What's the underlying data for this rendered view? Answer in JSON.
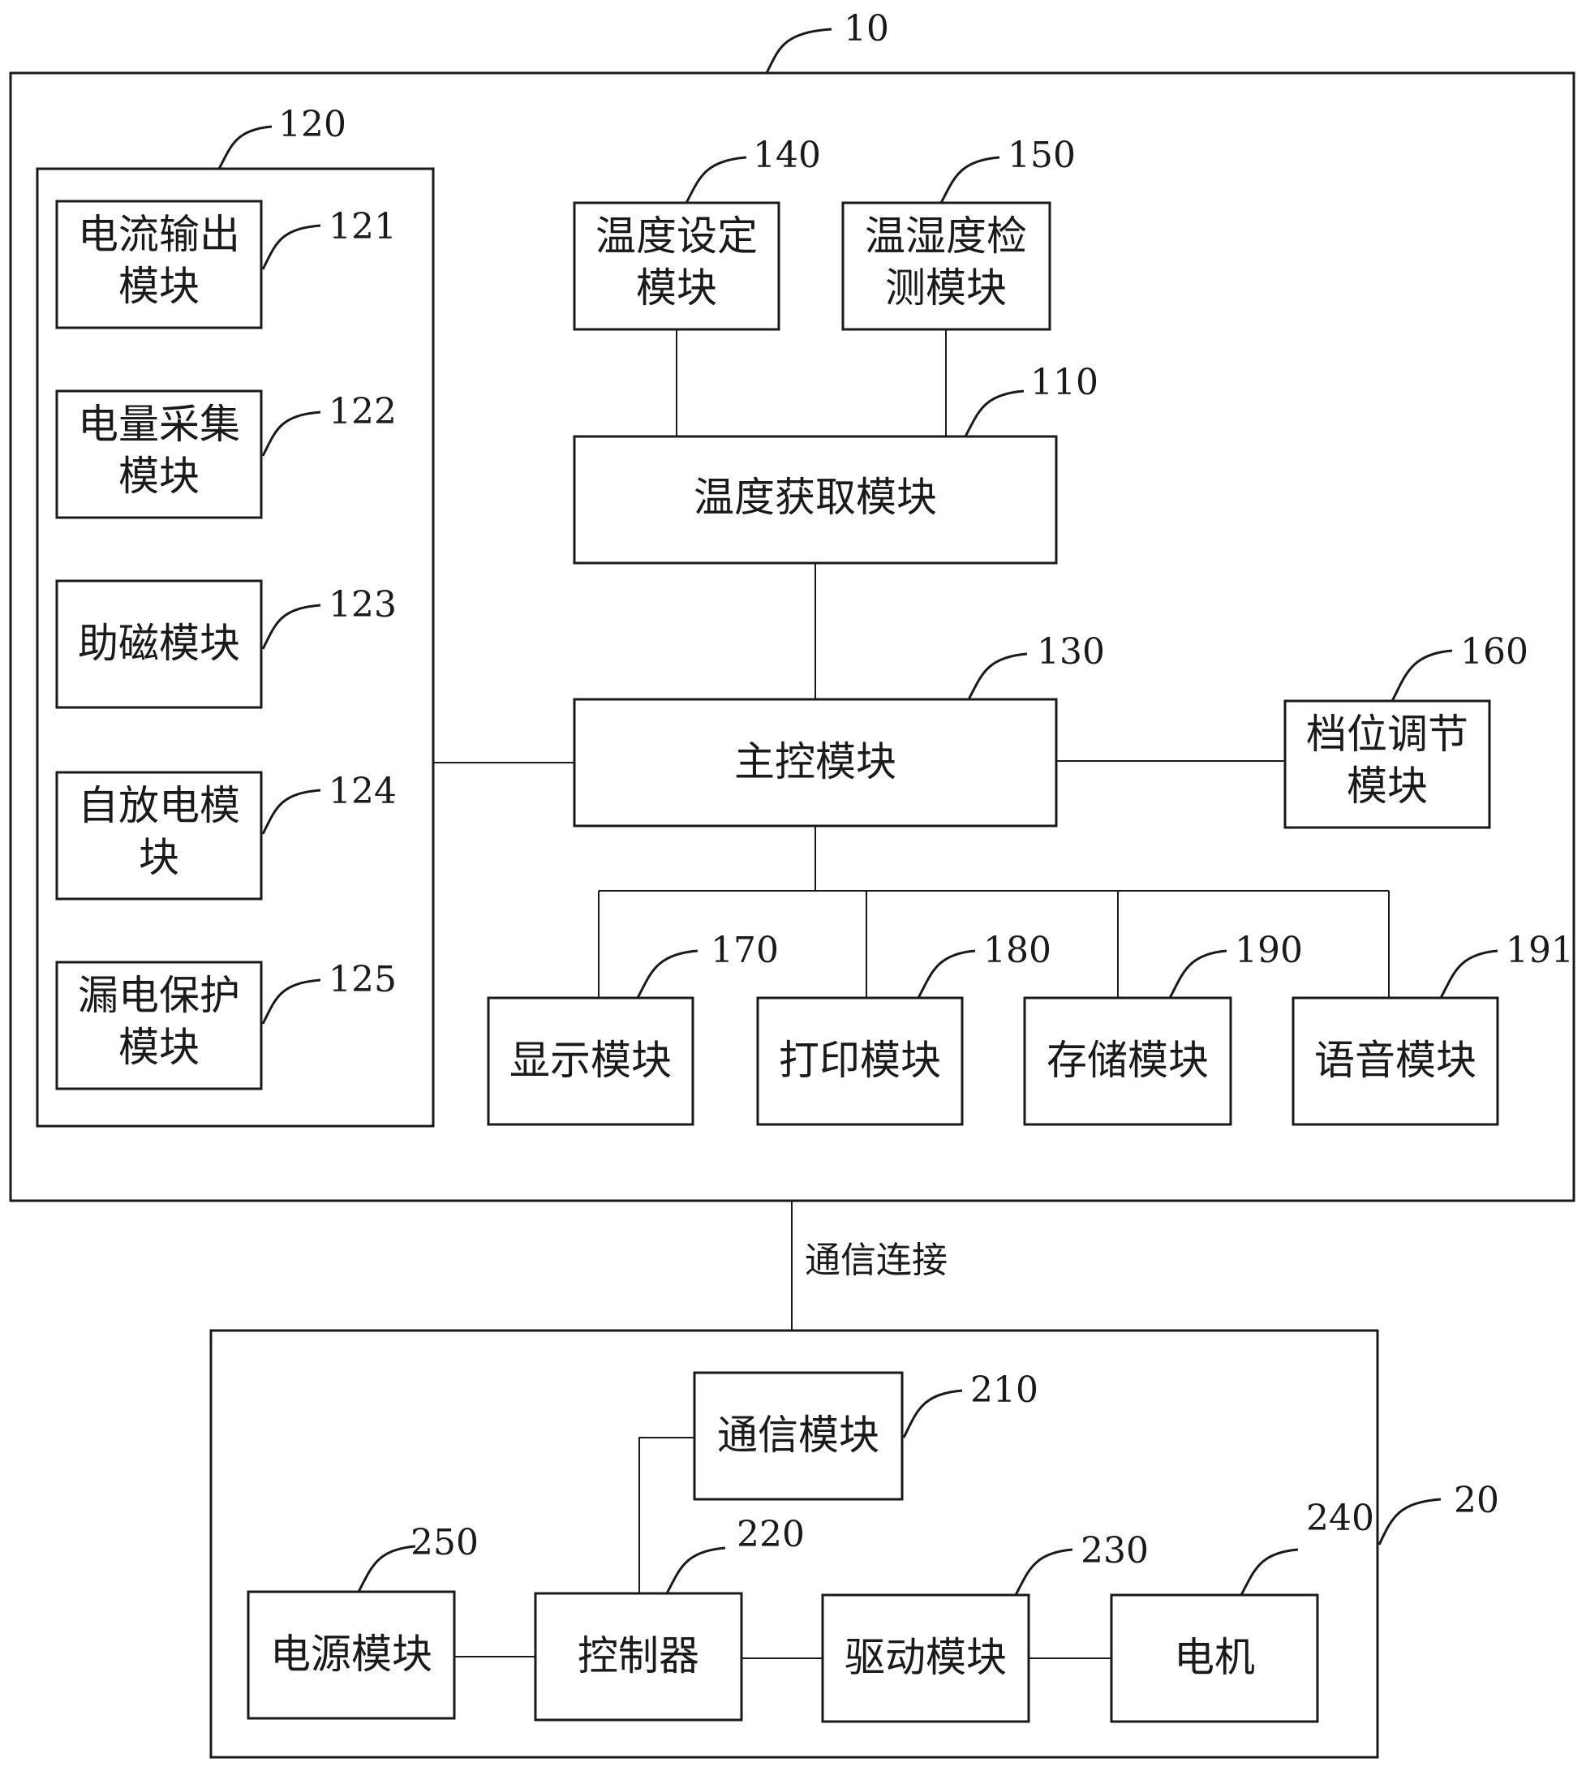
{
  "units": {
    "u10": {
      "ref": "10",
      "group120": {
        "ref": "120",
        "m121": {
          "ref": "121",
          "line1": "电流输出",
          "line2": "模块"
        },
        "m122": {
          "ref": "122",
          "line1": "电量采集",
          "line2": "模块"
        },
        "m123": {
          "ref": "123",
          "line1": "助磁模块"
        },
        "m124": {
          "ref": "124",
          "line1": "自放电模",
          "line2": "块"
        },
        "m125": {
          "ref": "125",
          "line1": "漏电保护",
          "line2": "模块"
        }
      },
      "m140": {
        "ref": "140",
        "line1": "温度设定",
        "line2": "模块"
      },
      "m150": {
        "ref": "150",
        "line1": "温湿度检",
        "line2": "测模块"
      },
      "m110": {
        "ref": "110",
        "line1": "温度获取模块"
      },
      "m130": {
        "ref": "130",
        "line1": "主控模块"
      },
      "m160": {
        "ref": "160",
        "line1": "档位调节",
        "line2": "模块"
      },
      "m170": {
        "ref": "170",
        "line1": "显示模块"
      },
      "m180": {
        "ref": "180",
        "line1": "打印模块"
      },
      "m190": {
        "ref": "190",
        "line1": "存储模块"
      },
      "m191": {
        "ref": "191",
        "line1": "语音模块"
      }
    },
    "link_label": "通信连接",
    "u20": {
      "ref": "20",
      "m210": {
        "ref": "210",
        "line1": "通信模块"
      },
      "m220": {
        "ref": "220",
        "line1": "控制器"
      },
      "m230": {
        "ref": "230",
        "line1": "驱动模块"
      },
      "m240": {
        "ref": "240",
        "line1": "电机"
      },
      "m250": {
        "ref": "250",
        "line1": "电源模块"
      }
    }
  }
}
